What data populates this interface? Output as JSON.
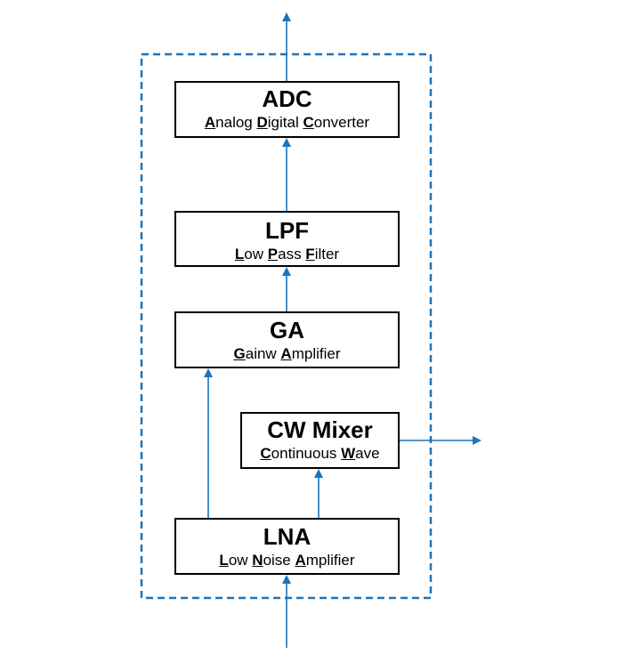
{
  "colors": {
    "arrow": "#1a74bc",
    "border": "#000000",
    "dashed_box": "#1a74bc"
  },
  "blocks": [
    {
      "id": "adc",
      "title": "ADC",
      "subtitle": [
        {
          "text": "A",
          "ul": true
        },
        {
          "text": "nalog ",
          "ul": false
        },
        {
          "text": "D",
          "ul": true
        },
        {
          "text": "igital ",
          "ul": false
        },
        {
          "text": "C",
          "ul": true
        },
        {
          "text": "onverter",
          "ul": false
        }
      ]
    },
    {
      "id": "lpf",
      "title": "LPF",
      "subtitle": [
        {
          "text": "L",
          "ul": true
        },
        {
          "text": "ow ",
          "ul": false
        },
        {
          "text": "P",
          "ul": true
        },
        {
          "text": "ass ",
          "ul": false
        },
        {
          "text": "F",
          "ul": true
        },
        {
          "text": "ilter",
          "ul": false
        }
      ]
    },
    {
      "id": "ga",
      "title": "GA",
      "subtitle": [
        {
          "text": "G",
          "ul": true
        },
        {
          "text": "ainw ",
          "ul": false
        },
        {
          "text": "A",
          "ul": true
        },
        {
          "text": "mplifier",
          "ul": false
        }
      ]
    },
    {
      "id": "cw",
      "title": "CW Mixer",
      "subtitle": [
        {
          "text": "C",
          "ul": true
        },
        {
          "text": "ontinuous ",
          "ul": false
        },
        {
          "text": "W",
          "ul": true
        },
        {
          "text": "ave",
          "ul": false
        }
      ]
    },
    {
      "id": "lna",
      "title": "LNA",
      "subtitle": [
        {
          "text": "L",
          "ul": true
        },
        {
          "text": "ow ",
          "ul": false
        },
        {
          "text": "N",
          "ul": true
        },
        {
          "text": "oise ",
          "ul": false
        },
        {
          "text": "A",
          "ul": true
        },
        {
          "text": "mplifier",
          "ul": false
        }
      ]
    }
  ]
}
